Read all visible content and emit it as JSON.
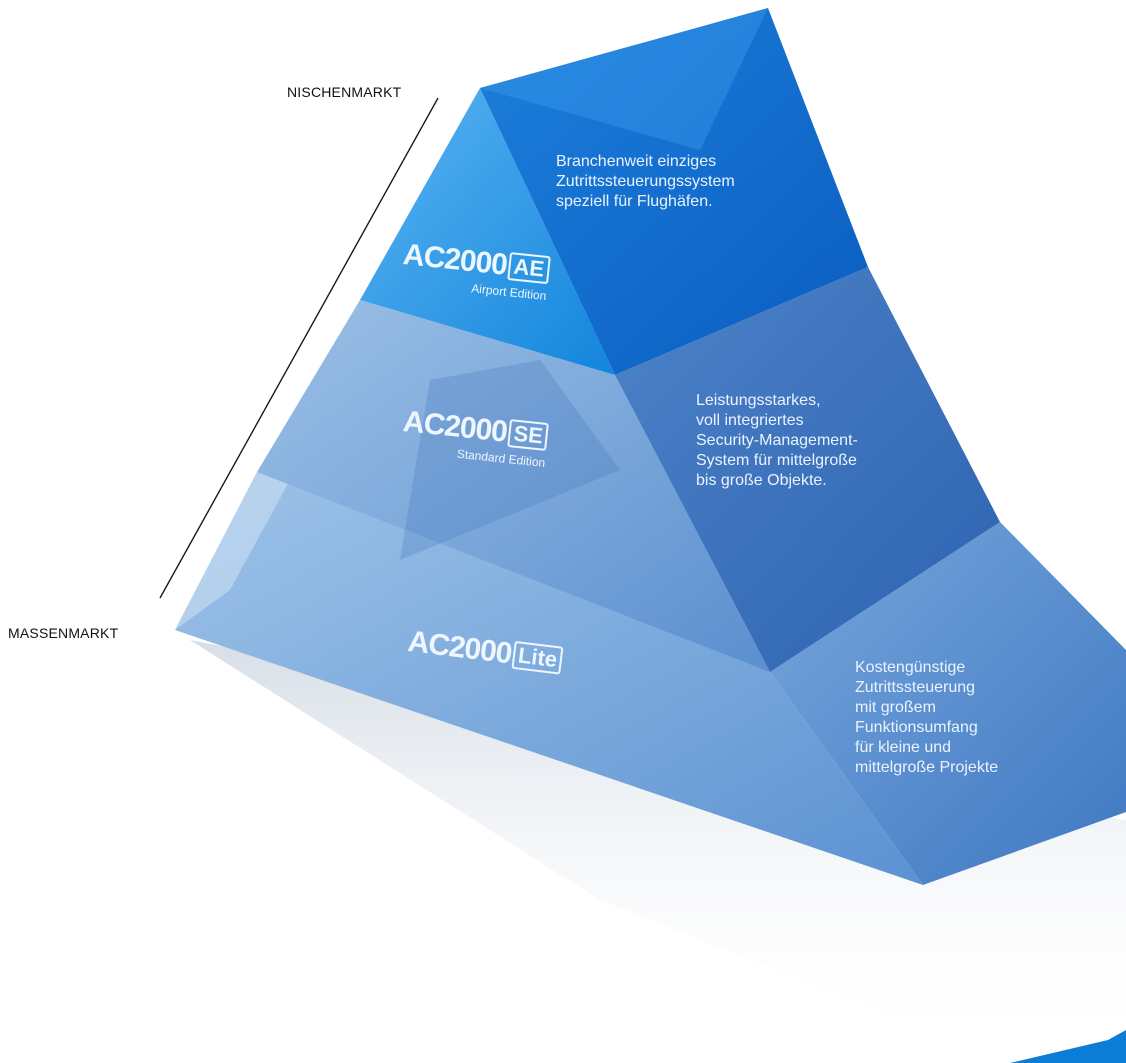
{
  "labels": {
    "top": "NISCHENMARKT",
    "bottom": "MASSENMARKT"
  },
  "tiers": [
    {
      "id": "ae",
      "logo": {
        "word": "AC2000",
        "badge": "AE",
        "subtitle": "Airport Edition"
      },
      "description": [
        "Branchenweit einziges",
        "Zutrittssteuerungssystem",
        "speziell für Flughäfen."
      ]
    },
    {
      "id": "se",
      "logo": {
        "word": "AC2000",
        "badge": "SE",
        "subtitle": "Standard Edition"
      },
      "description": [
        "Leistungsstarkes,",
        "voll integriertes",
        "Security-Management-",
        "System für mittelgroße",
        "bis große Objekte."
      ]
    },
    {
      "id": "lite",
      "logo": {
        "word": "AC2000",
        "badge": "Lite",
        "subtitle": ""
      },
      "description": [
        "Kostengünstige",
        "Zutrittssteuerung",
        "mit großem",
        "Funktionsumfang",
        "für kleine und",
        "mittelgroße Projekte"
      ]
    }
  ],
  "colors": {
    "ae_left": "#1a8ee0",
    "ae_right": "#0b63c6",
    "se_left": "#7aa8da",
    "se_right": "#3f76bf",
    "lite_left": "#6a9ed6",
    "lite_right": "#5287c9",
    "text": "#eaf3ff"
  }
}
